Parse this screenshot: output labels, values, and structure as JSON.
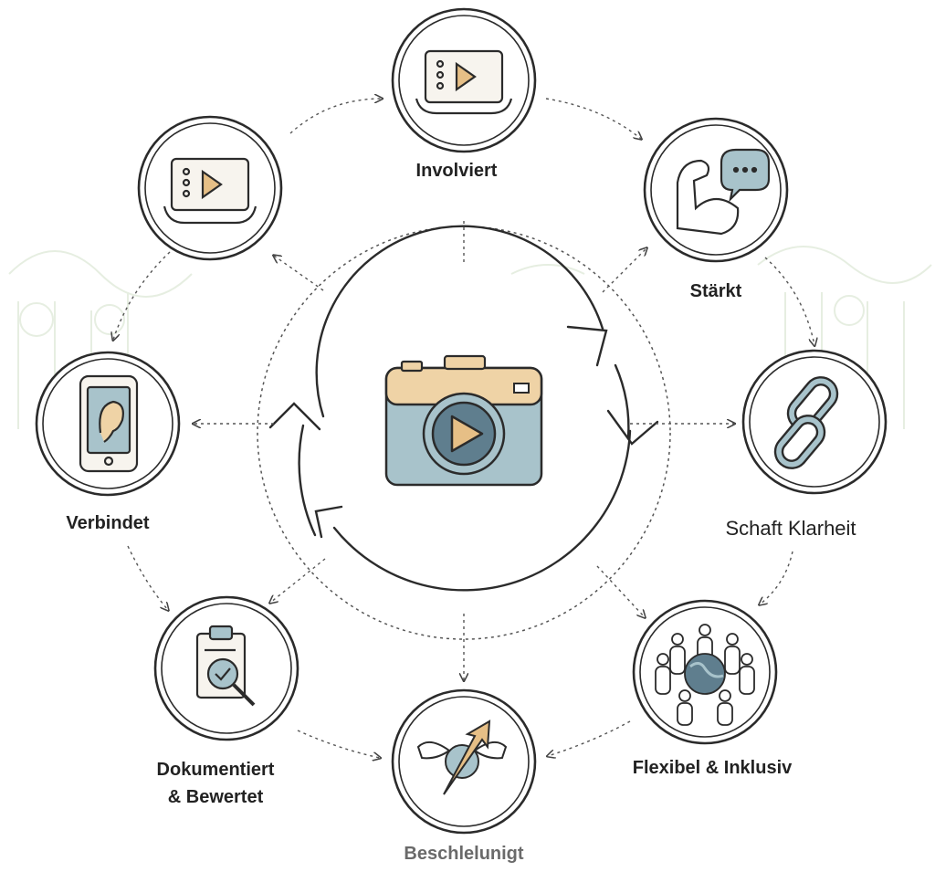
{
  "center": {
    "icon": "video-camera-play-icon"
  },
  "nodes": {
    "involviert": {
      "label": "Involviert",
      "icon": "tablet-video-icon"
    },
    "staerkt": {
      "label": "Stärkt",
      "icon": "flexed-arm-speech-bubble-icon"
    },
    "klarheit": {
      "label": "Schaft  Klarheit",
      "icon": "chain-link-icon"
    },
    "flexibel": {
      "label": "Flexibel & Inklusiv",
      "icon": "people-globe-icon"
    },
    "beschleunigt": {
      "label": "Beschlelunigt",
      "icon": "winged-arrow-icon"
    },
    "dokumentiert": {
      "label_line1": "Dokumentiert",
      "label_line2": "& Bewertet",
      "icon": "clipboard-magnifier-icon"
    },
    "verbindet": {
      "label": "Verbindet",
      "icon": "phone-ear-icon"
    },
    "tablet_left": {
      "icon": "tablet-video-icon"
    }
  },
  "colors": {
    "ink": "#2b2b2b",
    "camera_top": "#efd3a6",
    "camera_body": "#a8c3cb",
    "play_fill": "#e6bf86",
    "lens_dark": "#5f7e8e",
    "background_sketch": "#e6eee1"
  }
}
